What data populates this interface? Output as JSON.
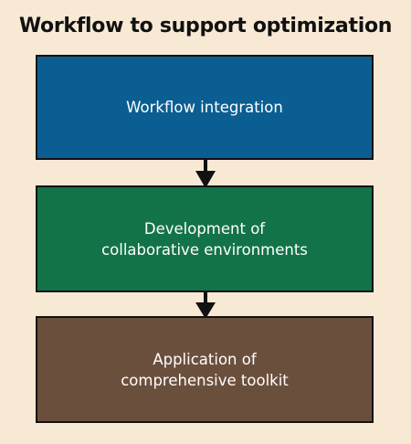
{
  "title": "Workflow to support optimization",
  "steps": [
    {
      "lines": [
        "Workflow integration"
      ],
      "color": "#0b5e91"
    },
    {
      "lines": [
        "Development of",
        "collaborative environments"
      ],
      "color": "#137348"
    },
    {
      "lines": [
        "Application of",
        "comprehensive toolkit"
      ],
      "color": "#6b4f3d"
    }
  ],
  "arrow_color": "#111111"
}
